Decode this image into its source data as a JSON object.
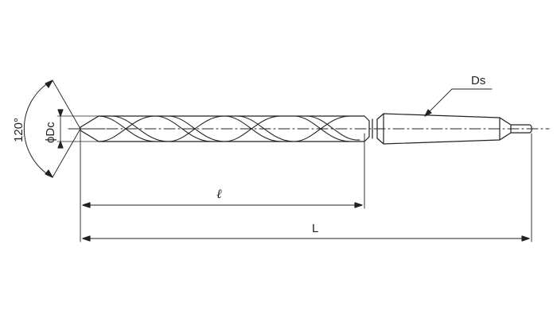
{
  "labels": {
    "angle": "120°",
    "diameter": "ϕDc",
    "flute_length": "ℓ",
    "overall_length": "L",
    "shank": "Ds"
  },
  "colors": {
    "line": "#222222",
    "background": "#ffffff"
  }
}
